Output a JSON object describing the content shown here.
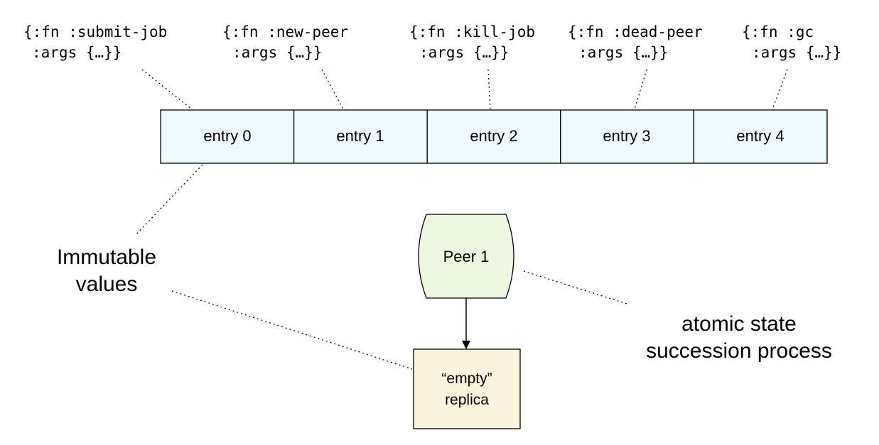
{
  "log_entries": [
    {
      "label": "entry 0",
      "fn_line": "{:fn :submit-job",
      "args_line": ":args {…}}"
    },
    {
      "label": "entry 1",
      "fn_line": "{:fn :new-peer",
      "args_line": ":args {…}}"
    },
    {
      "label": "entry 2",
      "fn_line": "{:fn :kill-job",
      "args_line": ":args {…}}"
    },
    {
      "label": "entry 3",
      "fn_line": "{:fn :dead-peer",
      "args_line": ":args {…}}"
    },
    {
      "label": "entry 4",
      "fn_line": "{:fn :gc",
      "args_line": ":args {…}}"
    }
  ],
  "peer": {
    "label": "Peer 1"
  },
  "replica": {
    "line1": "“empty”",
    "line2": "replica"
  },
  "callouts": {
    "immutable": {
      "line1": "Immutable",
      "line2": "values"
    },
    "atomic": {
      "line1": "atomic state",
      "line2": "succession process"
    }
  },
  "colors": {
    "entry_fill": "#eef9fd",
    "peer_fill": "#ecf7de",
    "replica_fill": "#fbf4dc",
    "stroke": "#000000"
  }
}
